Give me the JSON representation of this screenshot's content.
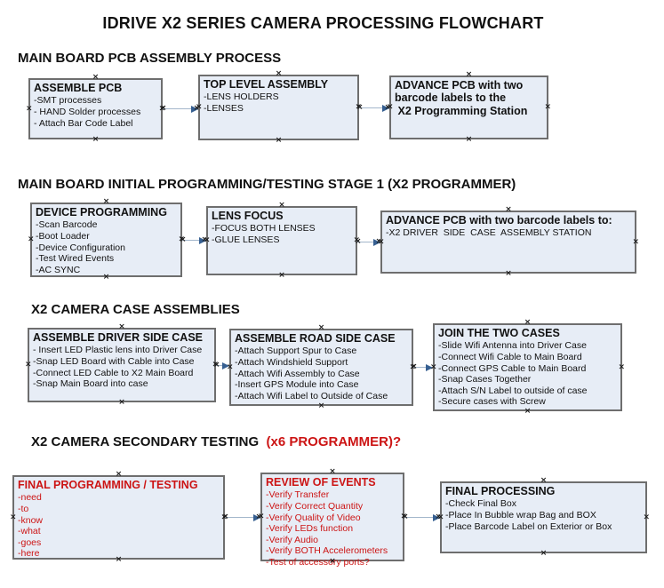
{
  "title": "IDRIVE X2  SERIES CAMERA PROCESSING FLOWCHART",
  "colors": {
    "box_fill": "#e7edf6",
    "box_border": "#6e6e6e",
    "red_text": "#cc1414",
    "arrow_line": "#a3b6cb",
    "arrow_head": "#365f91"
  },
  "marker_glyph": "×",
  "sections": [
    {
      "header": "MAIN BOARD PCB ASSEMBLY PROCESS",
      "boxes": [
        {
          "title": "ASSEMBLE PCB",
          "items": [
            "-SMT processes",
            "- HAND Solder processes",
            "- Attach Bar Code Label"
          ]
        },
        {
          "title": "TOP LEVEL ASSEMBLY",
          "items": [
            "-LENS HOLDERS",
            "-LENSES"
          ]
        },
        {
          "title": "ADVANCE PCB with two\nbarcode labels to the\n X2 Programming Station",
          "items": []
        }
      ]
    },
    {
      "header": "MAIN BOARD INITIAL PROGRAMMING/TESTING STAGE 1 (X2 PROGRAMMER)",
      "boxes": [
        {
          "title": "DEVICE PROGRAMMING",
          "items": [
            "-Scan Barcode",
            "-Boot Loader",
            "-Device Configuration",
            "-Test Wired Events",
            "-AC SYNC"
          ]
        },
        {
          "title": "LENS FOCUS",
          "items": [
            "-FOCUS BOTH LENSES",
            "-GLUE LENSES"
          ]
        },
        {
          "title": "ADVANCE PCB with two barcode labels to:",
          "items": [
            "-X2 DRIVER  SIDE  CASE  ASSEMBLY STATION"
          ]
        }
      ]
    },
    {
      "header": "X2 CAMERA CASE ASSEMBLIES",
      "boxes": [
        {
          "title": "ASSEMBLE DRIVER SIDE CASE",
          "items": [
            "- Insert LED Plastic lens into Driver Case",
            "-Snap LED Board with Cable into Case",
            "-Connect LED Cable to X2 Main Board",
            "-Snap Main Board into case"
          ]
        },
        {
          "title": "ASSEMBLE ROAD SIDE CASE",
          "items": [
            "-Attach Support Spur to Case",
            "-Attach Windshield Support",
            "-Attach Wifi Assembly to Case",
            "-Insert GPS Module into Case",
            "-Attach Wifi Label to Outside of Case"
          ]
        },
        {
          "title": "JOIN THE TWO CASES",
          "items": [
            "-Slide Wifi Antenna into Driver Case",
            "-Connect Wifi Cable to Main Board",
            "-Connect GPS Cable to Main Board",
            "-Snap Cases Together",
            "-Attach S/N Label to outside of case",
            "-Secure cases with Screw"
          ]
        }
      ]
    },
    {
      "header": "X2 CAMERA SECONDARY TESTING ",
      "header_suffix": " (x6 PROGRAMMER)?",
      "boxes": [
        {
          "title": "FINAL PROGRAMMING / TESTING",
          "items": [
            "-need",
            "-to",
            "-know",
            "-what",
            "-goes",
            "-here"
          ]
        },
        {
          "title": "REVIEW OF EVENTS",
          "items": [
            "-Verify Transfer",
            "-Verify Correct Quantity",
            "-Verify Quality of Video",
            "-Verify LEDs function",
            "-Verify Audio",
            "-Verify BOTH Accelerometers",
            "-Test of accessory ports?"
          ]
        },
        {
          "title": "FINAL PROCESSING",
          "items": [
            "-Check Final Box",
            "-Place In Bubble wrap Bag and BOX",
            "-Place Barcode Label on Exterior or Box"
          ]
        }
      ]
    }
  ]
}
